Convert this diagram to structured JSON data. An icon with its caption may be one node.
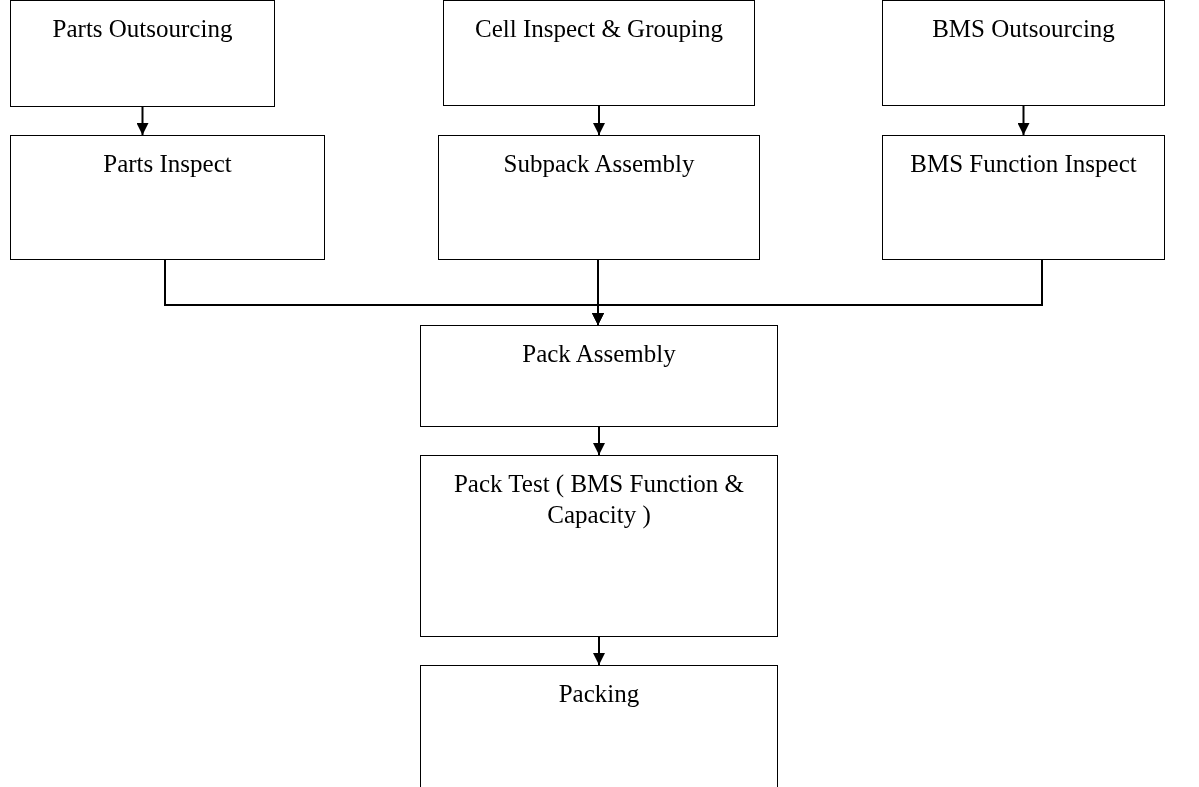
{
  "diagram": {
    "nodes": [
      {
        "text": [
          "Parts Outsourcing"
        ]
      },
      {
        "text": [
          "Cell Inspect & Grouping"
        ]
      },
      {
        "text": [
          "BMS Outsourcing"
        ]
      },
      {
        "text": [
          "Parts Inspect"
        ]
      },
      {
        "text": [
          "Subpack Assembly"
        ]
      },
      {
        "text": [
          "BMS Function Inspect"
        ]
      },
      {
        "text": [
          "Pack Assembly"
        ]
      },
      {
        "text": [
          "Pack Test ( BMS Function & Capacity )"
        ]
      },
      {
        "text": [
          "Packing"
        ]
      }
    ],
    "edges": [
      {
        "from": 0,
        "to": 3,
        "arrow": "to"
      },
      {
        "from": 1,
        "to": 4,
        "arrow": "to"
      },
      {
        "from": 2,
        "to": 5,
        "arrow": "to"
      },
      {
        "from": 3,
        "to": 6,
        "arrow": "to"
      },
      {
        "from": 4,
        "to": 6,
        "arrow": "to"
      },
      {
        "from": 5,
        "to": 6,
        "arrow": "to"
      },
      {
        "from": 6,
        "to": 7,
        "arrow": "to"
      },
      {
        "from": 7,
        "to": 8,
        "arrow": "to"
      }
    ]
  }
}
